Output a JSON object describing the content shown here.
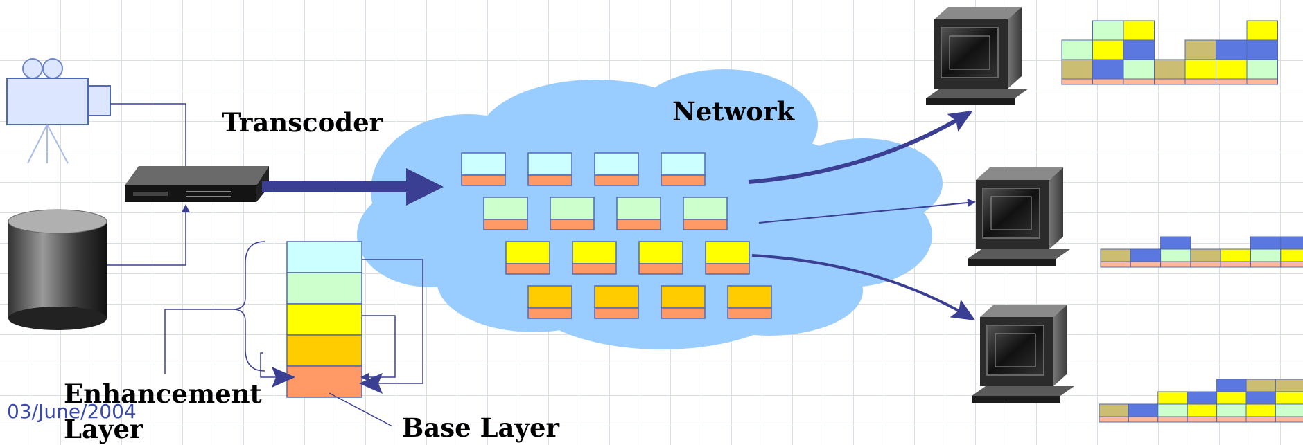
{
  "labels": {
    "transcoder": "Transcoder",
    "network": "Network",
    "enhancement_line1": "Enhancement",
    "enhancement_line2": "Layer",
    "base_layer": "Base Layer",
    "date": "03/June/2004"
  },
  "icons": {
    "source_camera": "video-camera-icon",
    "source_storage": "database-cylinder-icon",
    "transcoder_device": "transcoder-box-icon",
    "clients": [
      "computer-icon",
      "computer-icon",
      "computer-icon"
    ]
  },
  "colors": {
    "arrow_navy": "#3b3f94",
    "cloud": "#99ccff",
    "layer_base": "#ff9966",
    "layer_enh1": "#ffcc00",
    "layer_enh2": "#ffff00",
    "layer_enh3": "#ccffcc",
    "layer_enh4": "#ccffff",
    "block_olive": "#cbbd72",
    "block_blue": "#5b78e0"
  },
  "stack_layers": [
    "#ccffff",
    "#ccffcc",
    "#ffff00",
    "#ffcc00",
    "#ff9966"
  ],
  "network_packets": [
    [
      "#ccffff",
      "#ccffff",
      "#ccffff",
      "#ccffff"
    ],
    [
      "#ccffcc",
      "#ccffcc",
      "#ccffcc",
      "#ccffcc"
    ],
    [
      "#ffff00",
      "#ffff00",
      "#ffff00",
      "#ffff00"
    ],
    [
      "#ffcc00",
      "#ffcc00",
      "#ffcc00",
      "#ffcc00"
    ]
  ]
}
